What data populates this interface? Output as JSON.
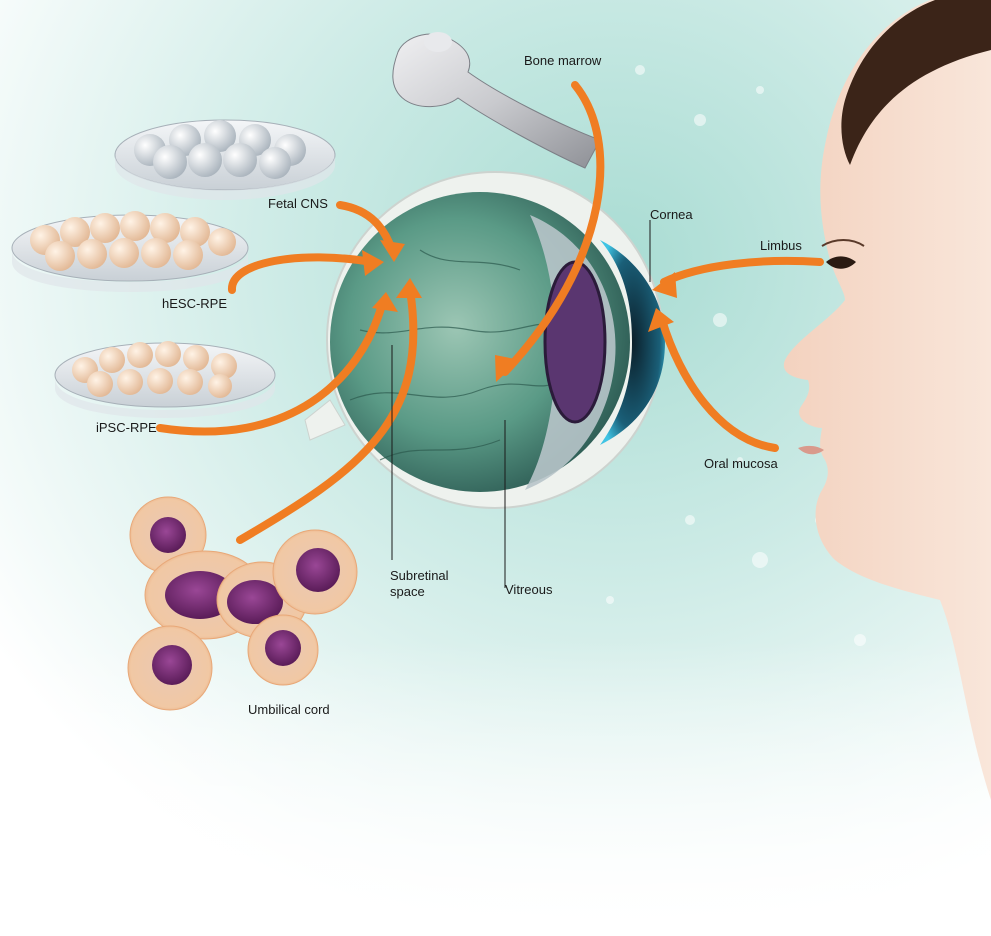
{
  "diagram": {
    "labels": {
      "bone_marrow": "Bone marrow",
      "fetal_cns": "Fetal CNS",
      "hesc_rpe": "hESC-RPE",
      "ipsc_rpe": "iPSC-RPE",
      "umbilical_cord": "Umbilical cord",
      "subretinal_space": "Subretinal space",
      "vitreous": "Vitreous",
      "cornea": "Cornea",
      "limbus": "Limbus",
      "oral_mucosa": "Oral mucosa"
    },
    "colors": {
      "arrow": "#f07d22",
      "background_tint": "#bfe4dd",
      "eye_retina": "#5f9e8e",
      "cell_nucleus": "#7a2a78",
      "cell_membrane": "#f3cfa6",
      "skin": "#f6dccb",
      "hair": "#3b2418"
    }
  }
}
